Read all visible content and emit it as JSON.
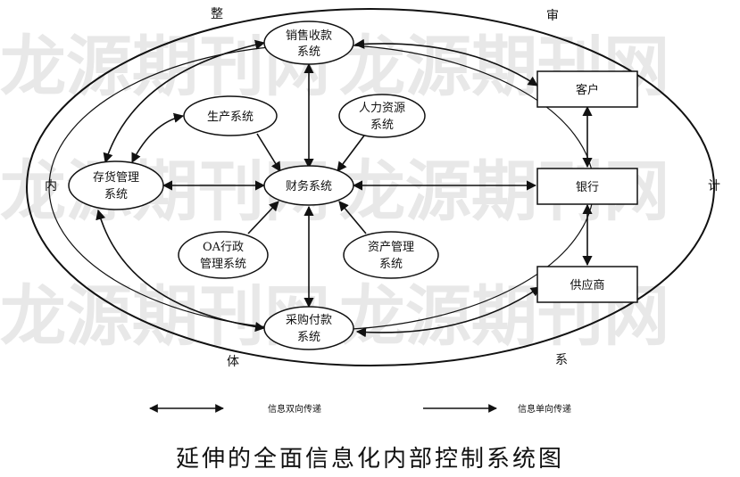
{
  "title": "延伸的全面信息化内部控制系统图",
  "watermark": "龙源期刊网",
  "ring_labels": {
    "top_left": "整",
    "top_right": "审",
    "left": "内",
    "right": "计",
    "bottom_left": "体",
    "bottom_right": "系"
  },
  "nodes": {
    "sales": [
      "销售收款",
      "系统"
    ],
    "production": [
      "生产系统"
    ],
    "hr": [
      "人力资源",
      "系统"
    ],
    "inventory": [
      "存货管理",
      "系统"
    ],
    "finance": [
      "财务系统"
    ],
    "oa": [
      "OA行政",
      "管理系统"
    ],
    "asset": [
      "资产管理",
      "系统"
    ],
    "purchase": [
      "采购付款",
      "系统"
    ],
    "customer": [
      "客户"
    ],
    "bank": [
      "银行"
    ],
    "supplier": [
      "供应商"
    ]
  },
  "legend": {
    "two_way": "信息双向传递",
    "one_way": "信息单向传递"
  },
  "colors": {
    "ink": "#111111",
    "watermark": "#e8e8e8"
  }
}
